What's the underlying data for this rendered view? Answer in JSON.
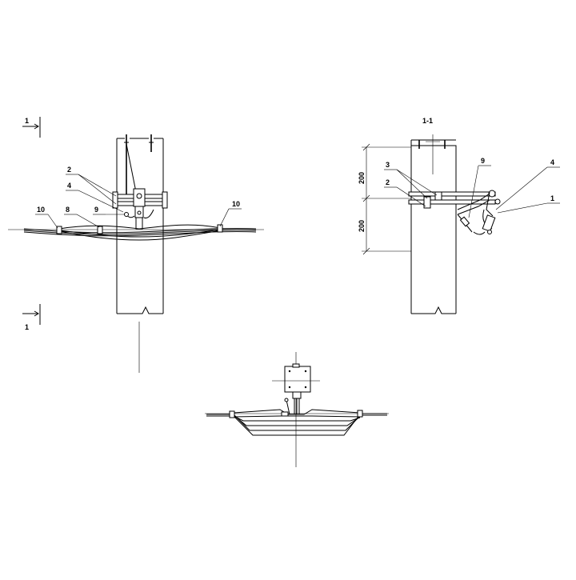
{
  "section_marks": {
    "top": "1",
    "bottom": "1",
    "view_title": "1-1"
  },
  "front_view": {
    "callouts": {
      "c2": "2",
      "c4": "4",
      "c10_left": "10",
      "c8": "8",
      "c9": "9",
      "c10_right": "10"
    }
  },
  "side_view": {
    "callouts": {
      "c3": "3",
      "c2": "2",
      "c9": "9",
      "c4": "4",
      "c1": "1"
    },
    "dimensions": {
      "upper": "200",
      "lower": "200"
    }
  },
  "colors": {
    "line": "#000000",
    "background": "#ffffff"
  }
}
